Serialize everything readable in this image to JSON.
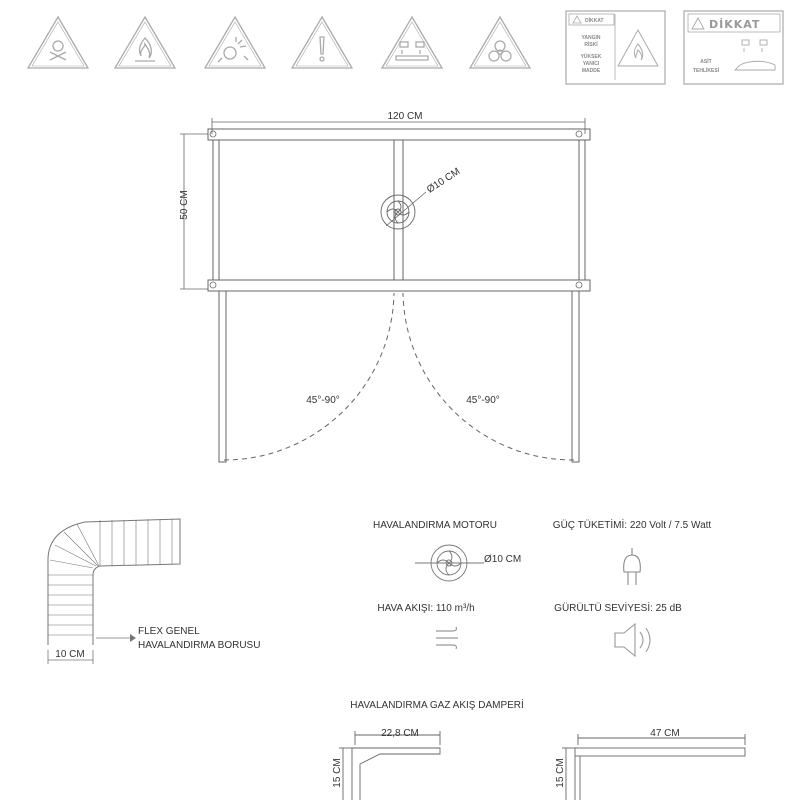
{
  "warning_signs": [
    {
      "icon": "toxic-skull-icon"
    },
    {
      "icon": "flammable-flame-icon"
    },
    {
      "icon": "explosive-icon"
    },
    {
      "icon": "exclamation-icon"
    },
    {
      "icon": "corrosive-icon"
    },
    {
      "icon": "biohazard-icon"
    }
  ],
  "panel_yangin": {
    "header": "DİKKAT",
    "line1": "YANGIN",
    "line2": "RİSKİ",
    "line3": "YÜKSEK",
    "line4": "YANICI",
    "line5": "MADDE"
  },
  "panel_asit": {
    "header": "DİKKAT",
    "line1": "ASİT",
    "line2": "TEHLİKESİ"
  },
  "cabinet": {
    "width_label": "120 CM",
    "height_label": "50 CM",
    "fan_diameter_label": "Ø10 CM",
    "door_left_angle": "45°-90°",
    "door_right_angle": "45°-90°"
  },
  "flex_pipe": {
    "title_line1": "FLEX GENEL",
    "title_line2": "HAVALANDIRMA BORUSU",
    "diameter_label": "10 CM"
  },
  "specs": {
    "motor_title": "HAVALANDIRMA MOTORU",
    "motor_diameter": "Ø10 CM",
    "power": "GÜÇ TÜKETİMİ: 220 Volt / 7.5 Watt",
    "airflow": "HAVA AKIŞI: 110 m³/h",
    "noise": "GÜRÜLTÜ SEVİYESİ: 25 dB"
  },
  "damper": {
    "title": "HAVALANDIRMA GAZ AKIŞ DAMPERİ",
    "left_width": "22,8 CM",
    "left_height": "15 CM",
    "right_width": "47 CM",
    "right_height": "15 CM"
  }
}
